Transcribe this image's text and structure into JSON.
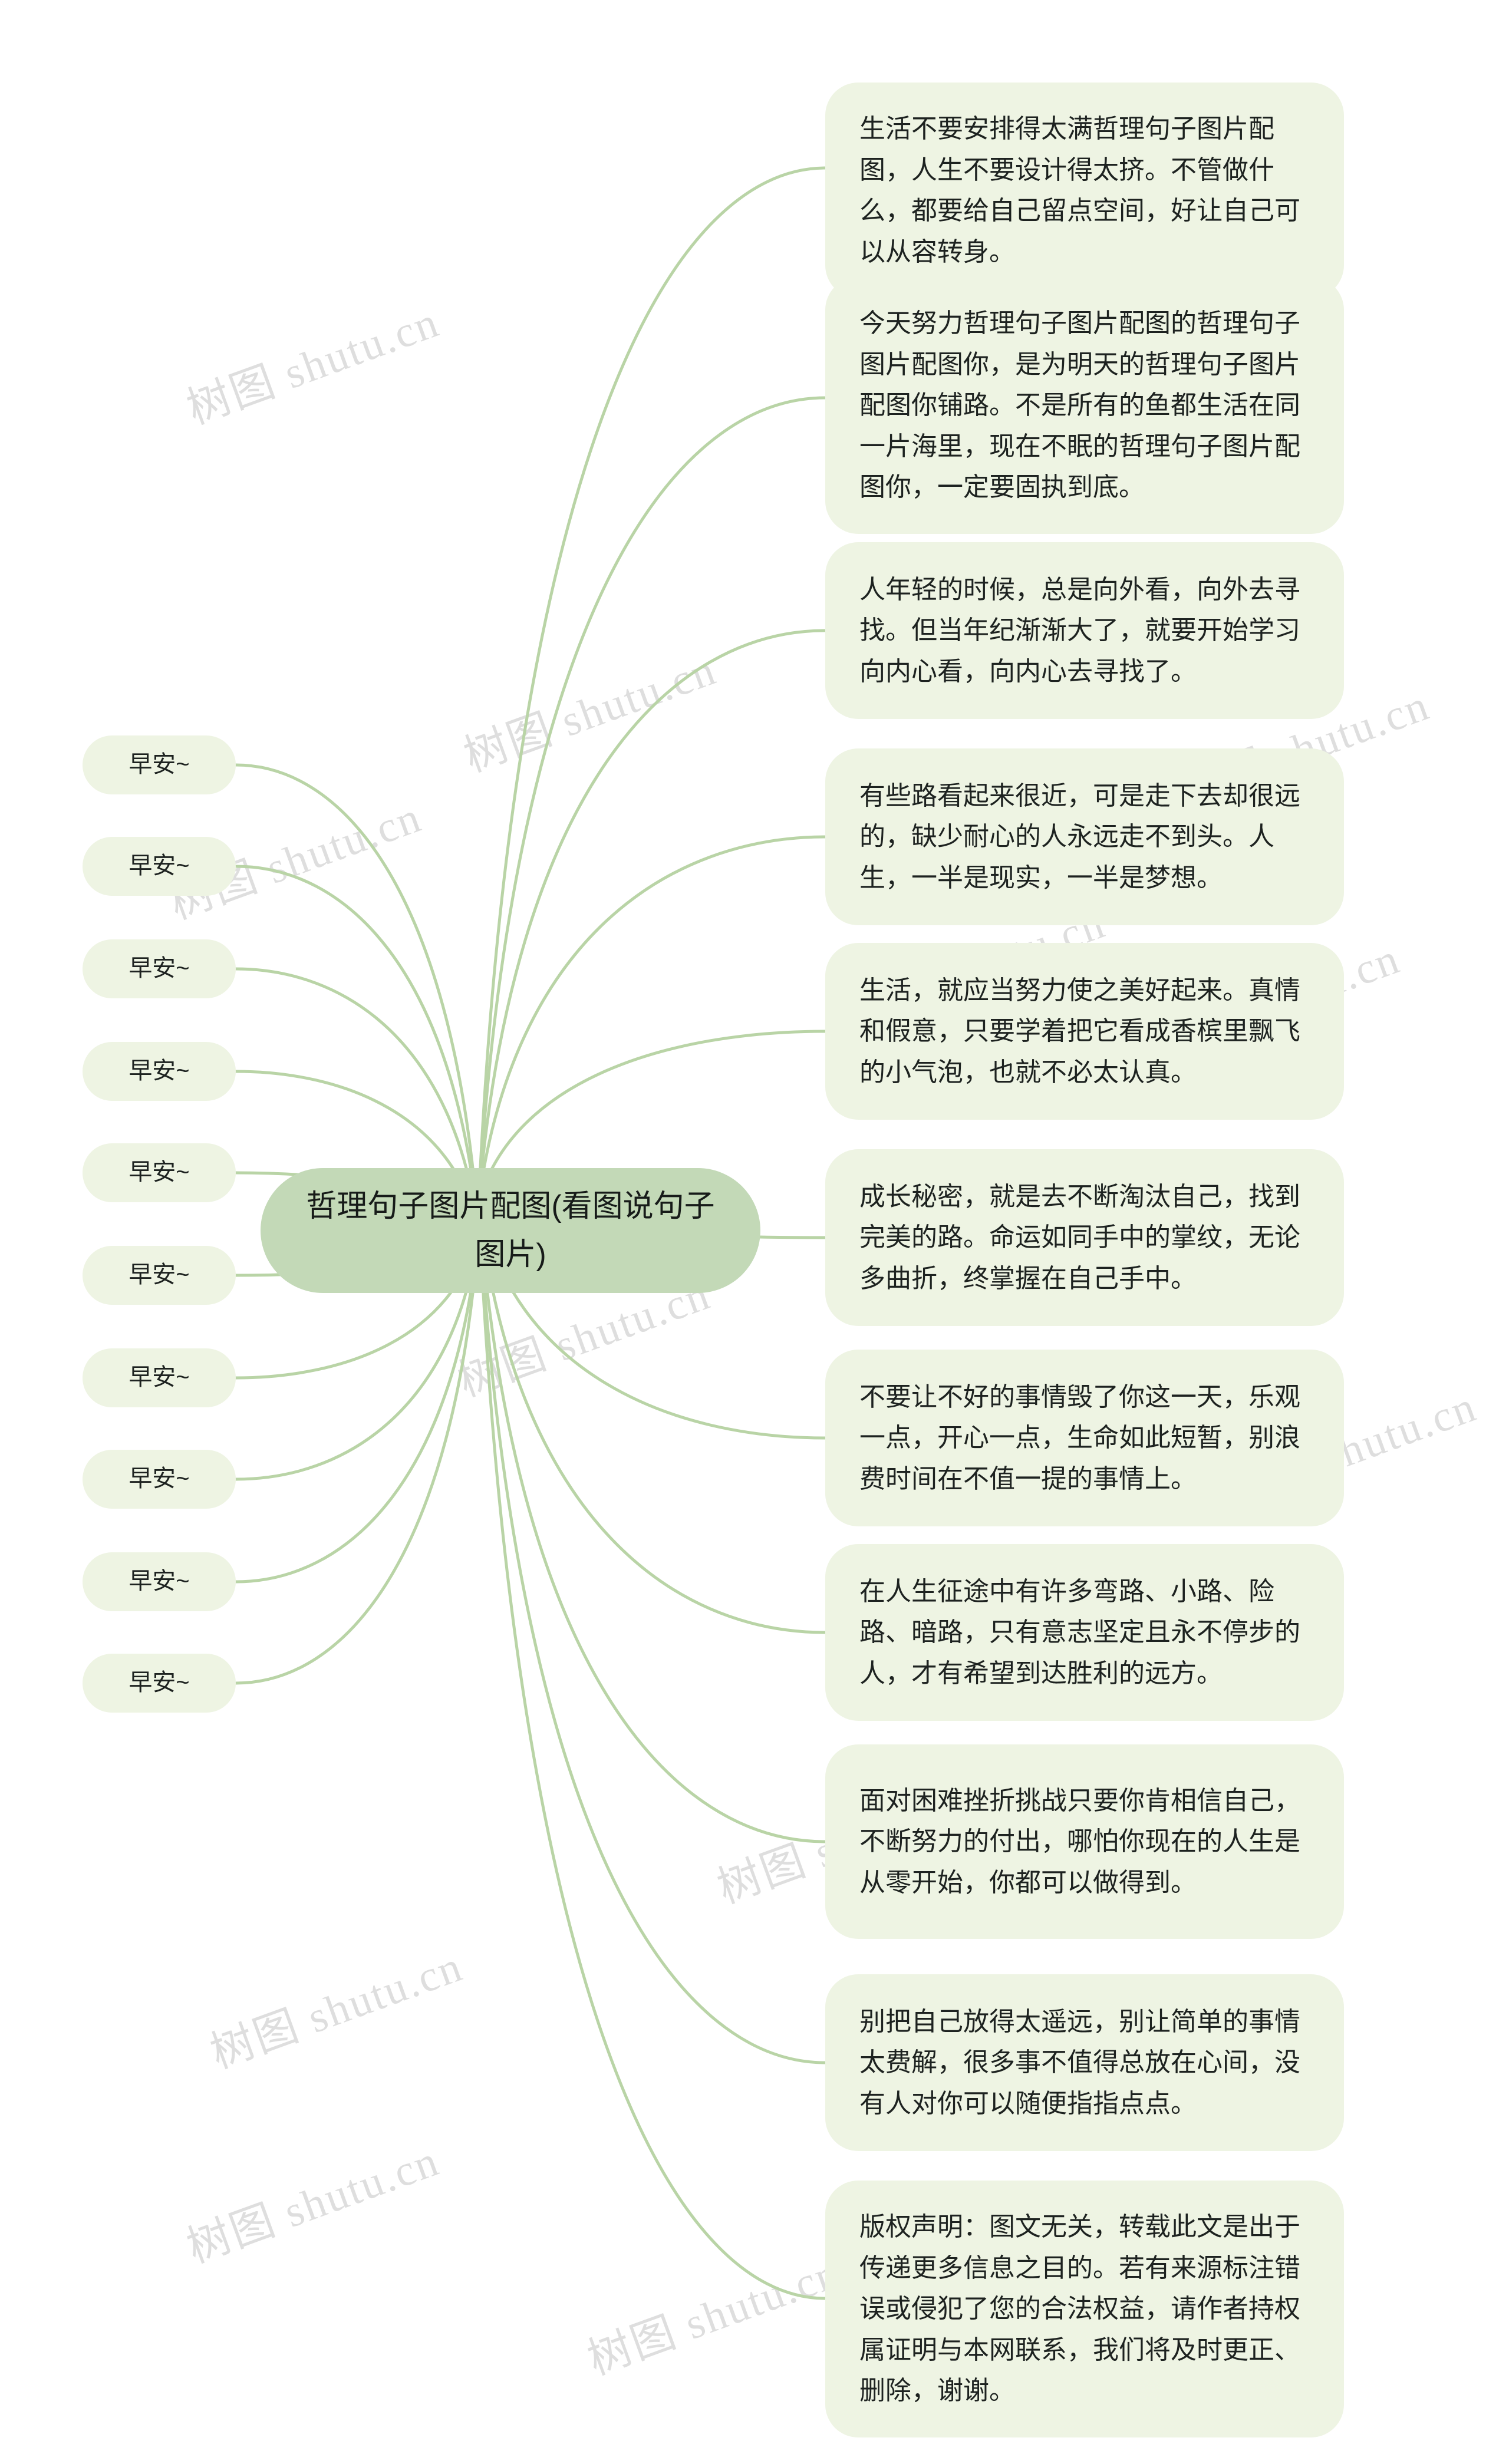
{
  "map": {
    "root": {
      "label": "哲理句子图片配图(看图说句子图片)"
    },
    "colors": {
      "root_fill": "#c3d9b7",
      "leaf_fill": "#eef4e3",
      "link_stroke": "#b9d4a6",
      "text": "#1d2220",
      "background": "#ffffff",
      "watermark": "#d9d9d9"
    },
    "watermark": {
      "text": "树图 shutu.cn"
    },
    "left_branches": [
      {
        "label": "早安~"
      },
      {
        "label": "早安~"
      },
      {
        "label": "早安~"
      },
      {
        "label": "早安~"
      },
      {
        "label": "早安~"
      },
      {
        "label": "早安~"
      },
      {
        "label": "早安~"
      },
      {
        "label": "早安~"
      },
      {
        "label": "早安~"
      },
      {
        "label": "早安~"
      }
    ],
    "right_branches": [
      {
        "label": "生活不要安排得太满哲理句子图片配图，人生不要设计得太挤。不管做什么，都要给自己留点空间，好让自己可以从容转身。"
      },
      {
        "label": "今天努力哲理句子图片配图的哲理句子图片配图你，是为明天的哲理句子图片配图你铺路。不是所有的鱼都生活在同一片海里，现在不眠的哲理句子图片配图你，一定要固执到底。"
      },
      {
        "label": "人年轻的时候，总是向外看，向外去寻找。但当年纪渐渐大了，就要开始学习向内心看，向内心去寻找了。"
      },
      {
        "label": "有些路看起来很近，可是走下去却很远的，缺少耐心的人永远走不到头。人生，一半是现实，一半是梦想。"
      },
      {
        "label": "生活，就应当努力使之美好起来。真情和假意，只要学着把它看成香槟里飘飞的小气泡，也就不必太认真。"
      },
      {
        "label": "成长秘密，就是去不断淘汰自己，找到完美的路。命运如同手中的掌纹，无论多曲折，终掌握在自己手中。"
      },
      {
        "label": "不要让不好的事情毁了你这一天，乐观一点，开心一点，生命如此短暂，别浪费时间在不值一提的事情上。"
      },
      {
        "label": "在人生征途中有许多弯路、小路、险路、暗路，只有意志坚定且永不停步的人，才有希望到达胜利的远方。"
      },
      {
        "label": "面对困难挫折挑战只要你肯相信自己，不断努力的付出，哪怕你现在的人生是从零开始，你都可以做得到。"
      },
      {
        "label": "别把自己放得太遥远，别让简单的事情太费解，很多事不值得总放在心间，没有人对你可以随便指指点点。"
      },
      {
        "label": "版权声明：图文无关，转载此文是出于传递更多信息之目的。若有来源标注错误或侵犯了您的合法权益，请作者持权属证明与本网联系，我们将及时更正、删除，谢谢。"
      }
    ],
    "layout": {
      "right_tops": [
        140,
        470,
        920,
        1270,
        1600,
        1950,
        2290,
        2620,
        2960,
        3350,
        3700
      ],
      "right_heights": [
        290,
        410,
        300,
        300,
        300,
        300,
        300,
        300,
        330,
        300,
        400
      ],
      "left_tops": [
        1248,
        1420,
        1594,
        1768,
        1940,
        2114,
        2288,
        2460,
        2634,
        2806
      ]
    }
  }
}
